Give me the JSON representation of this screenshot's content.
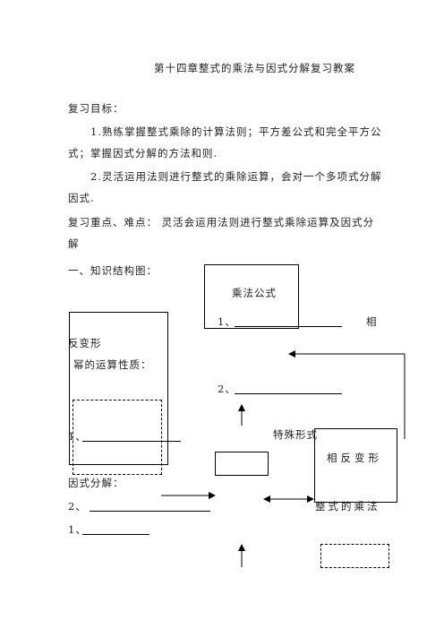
{
  "title": "第十四章整式的乘法与因式分解复习教案",
  "review_goals_label": "复习目标：",
  "goal1_line1": "1.熟练掌握整式乘除的计算法则；平方差公式和完全平方公",
  "goal1_line2": "式；掌握因式分解的方法和则.",
  "goal2_line1": "2.灵活运用法则进行整式的乘除运算，会对一个多项式分解",
  "goal2_line2": "因式.",
  "key_points_line1": "复习重点、难点：  灵活会运用法则进行整式乘除运算及因式分",
  "key_points_line2": "解",
  "section1_label": "一、知识结构图：",
  "diagram": {
    "multiplication_formula": "乘法公式",
    "item_1": "1、",
    "item_2": "2、",
    "xiang": "相",
    "inverse_transform": "反变形",
    "power_properties": "幂的运算性质：",
    "item_1_left": "1、",
    "special_form": "特殊形式",
    "inverse_transform_box": "相反变形",
    "factorization": "因式分解：",
    "item_2_bottom": "2、",
    "polynomial_multiplication": "整式的乘法",
    "item_1_bottom": "1、"
  }
}
